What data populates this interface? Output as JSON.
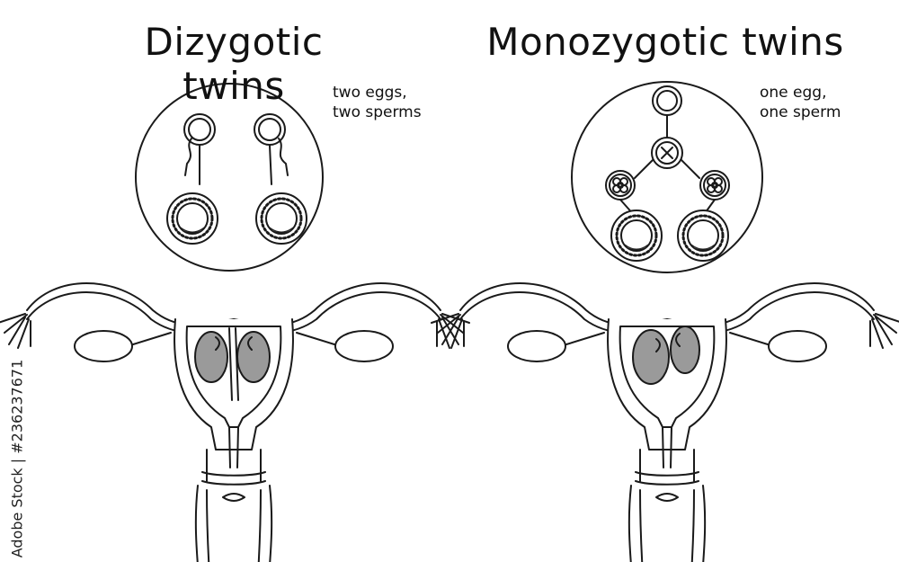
{
  "titles": {
    "left": "Dizygotic twins",
    "right": "Monozygotic twins"
  },
  "captions": {
    "left_line1": "two eggs,",
    "left_line2": "two sperms",
    "right_line1": "one egg,",
    "right_line2": "one sperm"
  },
  "watermark": "Adobe Stock | #236237671",
  "colors": {
    "line": "#1a1a1a",
    "fetus": "#9a9a9a",
    "background": "#ffffff"
  }
}
